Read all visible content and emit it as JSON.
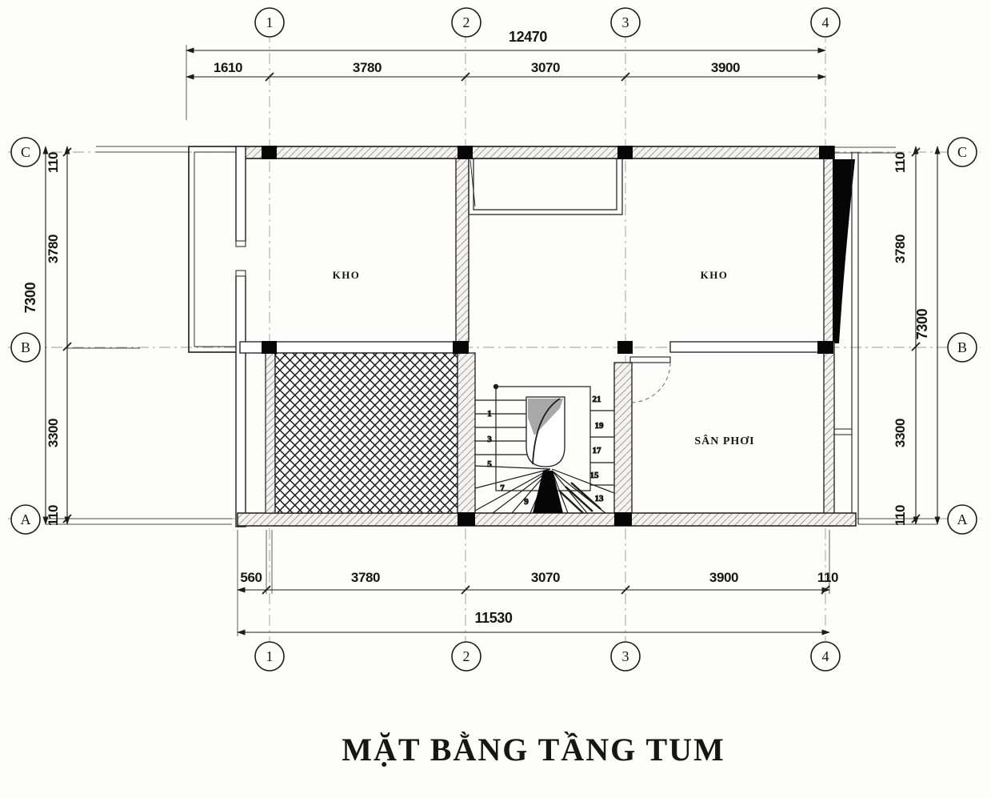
{
  "title": "MẶT BẰNG TẦNG TUM",
  "grid": {
    "columns": [
      "1",
      "2",
      "3",
      "4"
    ],
    "rows": [
      "C",
      "B",
      "A"
    ]
  },
  "dimensions": {
    "top": {
      "overall": "12470",
      "segments": [
        "1610",
        "3780",
        "3070",
        "3900"
      ]
    },
    "bottom": {
      "overall": "11530",
      "segments": [
        "560",
        "3780",
        "3070",
        "3900",
        "110"
      ]
    },
    "left": {
      "overall": "7300",
      "segments": [
        "110",
        "3780",
        "3300",
        "110"
      ]
    },
    "right": {
      "overall": "7300",
      "segments": [
        "110",
        "3780",
        "3300",
        "110"
      ]
    }
  },
  "rooms": {
    "kho_left": "KHO",
    "kho_right": "KHO",
    "san_phoi": "SÂN PHƠI"
  },
  "stair": {
    "step_labels": [
      "1",
      "3",
      "5",
      "7",
      "9",
      "13",
      "15",
      "17",
      "19",
      "21"
    ]
  },
  "colors": {
    "line": "#1c1c1c",
    "grid_line": "#9c9c9c",
    "black_fill": "#060606",
    "wall_tint": "#f4f3f0",
    "void_gray": "#a8a8a8",
    "background": "#fdfdfc"
  }
}
